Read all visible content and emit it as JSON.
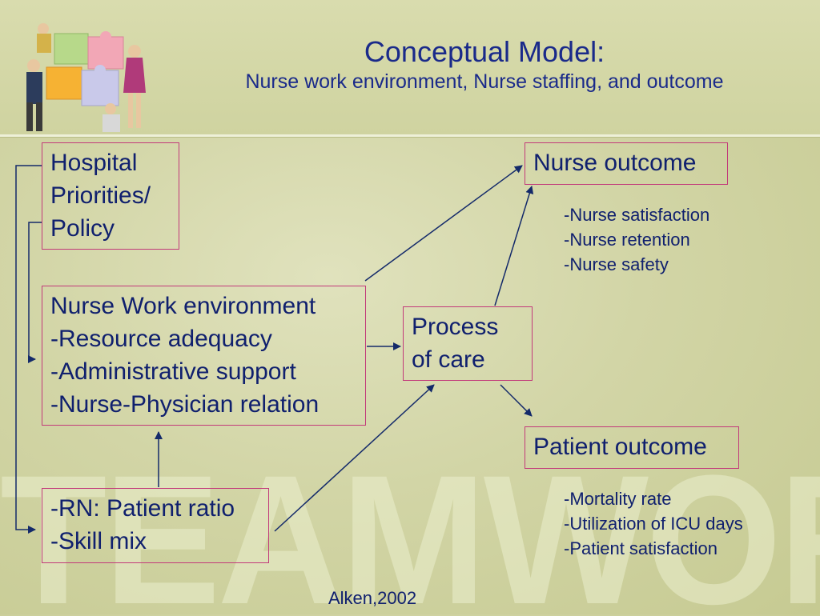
{
  "header": {
    "title": "Conceptual Model:",
    "subtitle": "Nurse work environment, Nurse staffing, and outcome"
  },
  "watermark_text": "TEAMWORK",
  "boxes": {
    "hospital": [
      "Hospital",
      "Priorities/",
      "Policy"
    ],
    "work_env": [
      "Nurse Work environment",
      "-Resource adequacy",
      "-Administrative support",
      "-Nurse-Physician relation"
    ],
    "staffing": [
      "-RN: Patient ratio",
      "-Skill mix"
    ],
    "process": [
      "Process",
      "of care"
    ],
    "nurse_outcome": [
      "Nurse outcome"
    ],
    "patient_outcome": [
      "Patient outcome"
    ]
  },
  "nurse_outcome_items": [
    "-Nurse satisfaction",
    "-Nurse retention",
    "-Nurse safety"
  ],
  "patient_outcome_items": [
    "-Mortality rate",
    "-Utilization of ICU days",
    "-Patient satisfaction"
  ],
  "citation": "Alken,2002",
  "colors": {
    "text": "#10206e",
    "title": "#1a2a8a",
    "box_border": "#c23a7a",
    "arrow": "#142a6a",
    "background": "#d3d6a8"
  }
}
